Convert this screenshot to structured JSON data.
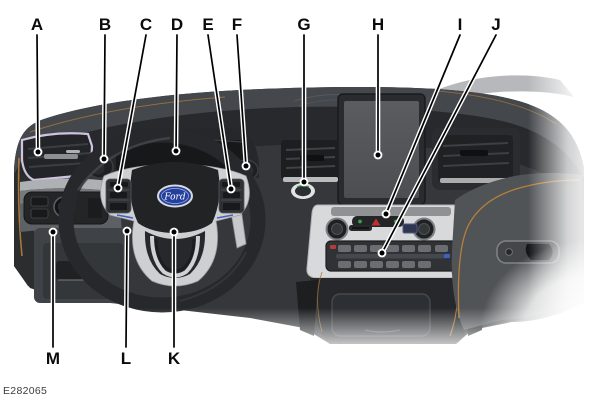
{
  "figure": {
    "code": "E282065"
  },
  "brand": {
    "logo_text": "Ford"
  },
  "callouts": [
    {
      "label": "A",
      "points_to": "driver-side-air-vent"
    },
    {
      "label": "B",
      "points_to": "direction-indicator-stalk"
    },
    {
      "label": "C",
      "points_to": "steering-wheel-left-controls"
    },
    {
      "label": "D",
      "points_to": "instrument-cluster"
    },
    {
      "label": "E",
      "points_to": "steering-wheel-right-controls"
    },
    {
      "label": "F",
      "points_to": "wiper-stalk"
    },
    {
      "label": "G",
      "points_to": "engine-start-stop-button"
    },
    {
      "label": "H",
      "points_to": "center-touchscreen"
    },
    {
      "label": "I",
      "points_to": "hazard-media-strip"
    },
    {
      "label": "J",
      "points_to": "climate-control-panel"
    },
    {
      "label": "K",
      "points_to": "horn-airbag-pad"
    },
    {
      "label": "L",
      "points_to": "steering-column-adjustment"
    },
    {
      "label": "M",
      "points_to": "lower-left-dash-panel"
    }
  ],
  "colors": {
    "accent_orange": "#b5803a",
    "logo_blue": "#24409c",
    "vent_glow_lavender": "#cfc3dd",
    "hazard_red": "#c03030",
    "indicator_green": "#3e9e4e",
    "callout_line": "#000000",
    "dash_dark": "#2c2e31",
    "trim_silver": "#d2d4d6"
  }
}
